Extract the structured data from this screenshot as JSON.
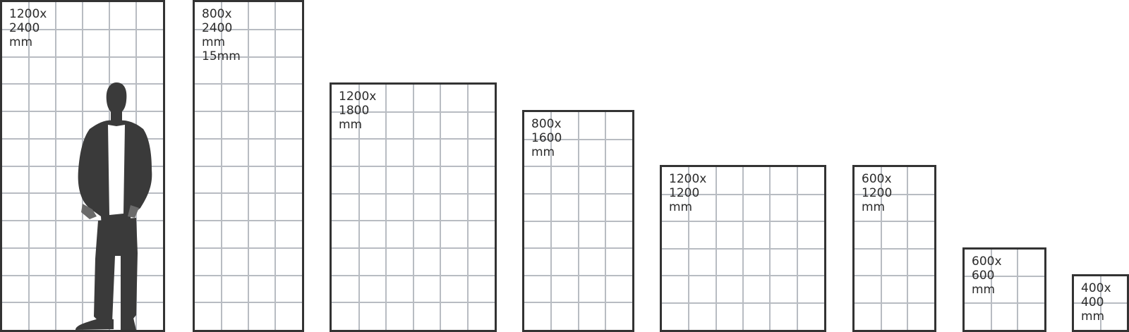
{
  "panels": [
    {
      "lines": [
        "1200x",
        "2400",
        "mm"
      ],
      "cols": 6,
      "rows": 12,
      "has_person": true
    },
    {
      "lines": [
        "800x",
        "2400",
        "mm",
        "15mm"
      ],
      "cols": 4,
      "rows": 12,
      "has_person": false
    },
    {
      "lines": [
        "1200x",
        "1800",
        "mm"
      ],
      "cols": 6,
      "rows": 9,
      "has_person": false
    },
    {
      "lines": [
        "800x",
        "1600",
        "mm"
      ],
      "cols": 4,
      "rows": 8,
      "has_person": false
    },
    {
      "lines": [
        "1200x",
        "1200",
        "mm"
      ],
      "cols": 6,
      "rows": 6,
      "has_person": false
    },
    {
      "lines": [
        "600x",
        "1200",
        "mm"
      ],
      "cols": 3,
      "rows": 6,
      "has_person": false
    },
    {
      "lines": [
        "600x",
        "600",
        "mm"
      ],
      "cols": 3,
      "rows": 3,
      "has_person": false
    },
    {
      "lines": [
        "400x",
        "400",
        "mm"
      ],
      "cols": 2,
      "rows": 2,
      "has_person": false
    }
  ],
  "colors": {
    "frame": "#333333",
    "grid": "#b8bcc2",
    "person": "#3a3a3a",
    "shirt": "#ffffff"
  },
  "icons": {
    "person": "person-silhouette-icon"
  }
}
